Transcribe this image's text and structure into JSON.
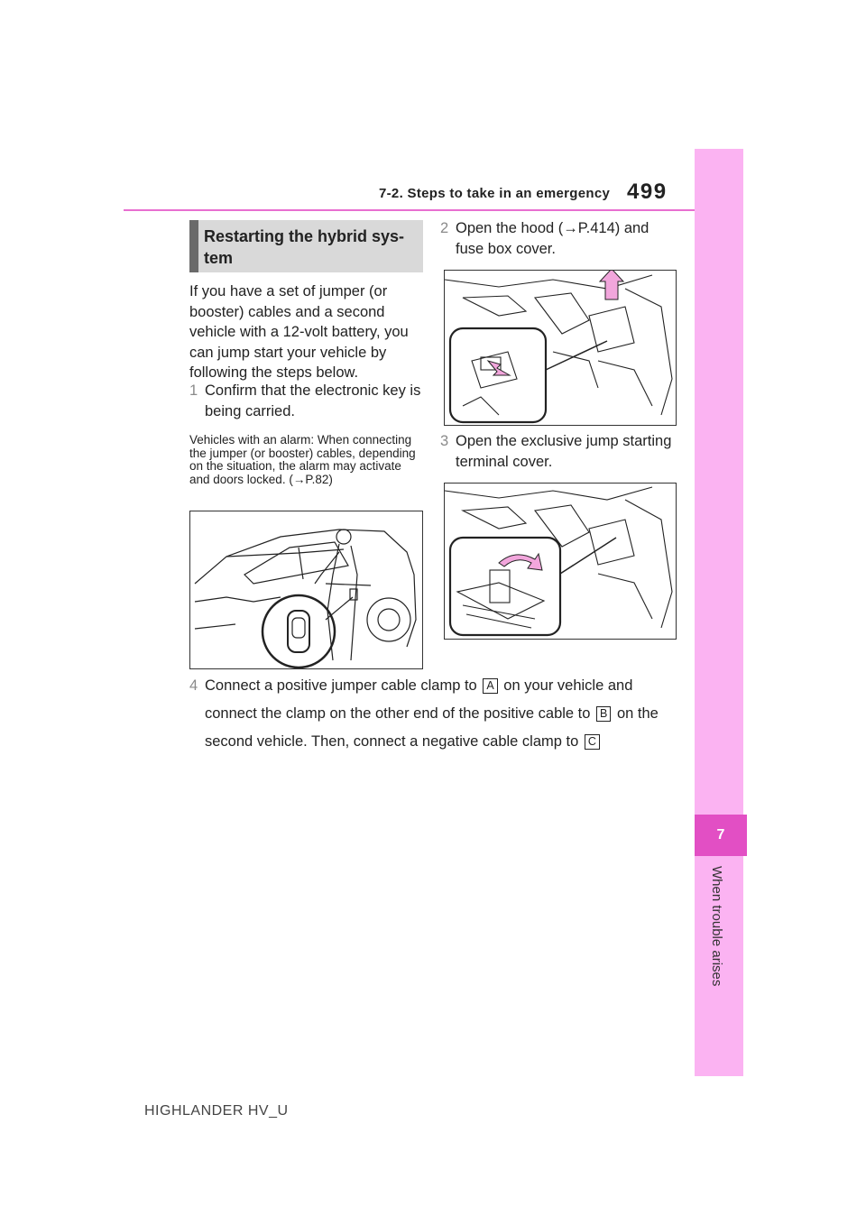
{
  "header": {
    "section_title": "7-2. Steps to take in an emergency",
    "page_number": "499"
  },
  "side_tab": {
    "chapter_number": "7",
    "chapter_label": "When trouble arises",
    "colors": {
      "tab": "#fbb3f2",
      "number_box": "#e24fc4"
    }
  },
  "section": {
    "heading": "Restarting the hybrid sys-\ntem"
  },
  "left_column": {
    "intro": "If you have a set of jumper (or booster) cables and a second vehicle with a 12-volt battery, you can jump start your vehicle by following the steps below.",
    "step1": {
      "num": "1",
      "text": "Confirm that the electronic key is being carried."
    },
    "note": "Vehicles with an alarm: When connecting the jumper (or booster) cables, depending on the situation, the alarm may activate and doors locked. (",
    "note_ref": "→P.82)"
  },
  "right_column": {
    "step2": {
      "num": "2",
      "text": "Open the hood (→P.414) and fuse box cover."
    },
    "step3": {
      "num": "3",
      "text": "Open the exclusive jump starting terminal cover."
    }
  },
  "step4": {
    "num": "4",
    "part1": "Connect a positive jumper cable clamp to",
    "label_a": "A",
    "part2": "on your vehicle and connect the clamp on the other end of the positive cable to",
    "label_b": "B",
    "part3": "on the second vehicle. Then, connect a negative cable clamp to",
    "label_c": "C"
  },
  "footer": {
    "model": "HIGHLANDER HV_U"
  },
  "figures": {
    "car_key": {
      "icon": "car-with-person-and-key-illustration"
    },
    "fuse_box": {
      "icon": "engine-bay-fuse-box-illustration"
    },
    "terminal": {
      "icon": "engine-bay-terminal-cover-illustration"
    }
  }
}
